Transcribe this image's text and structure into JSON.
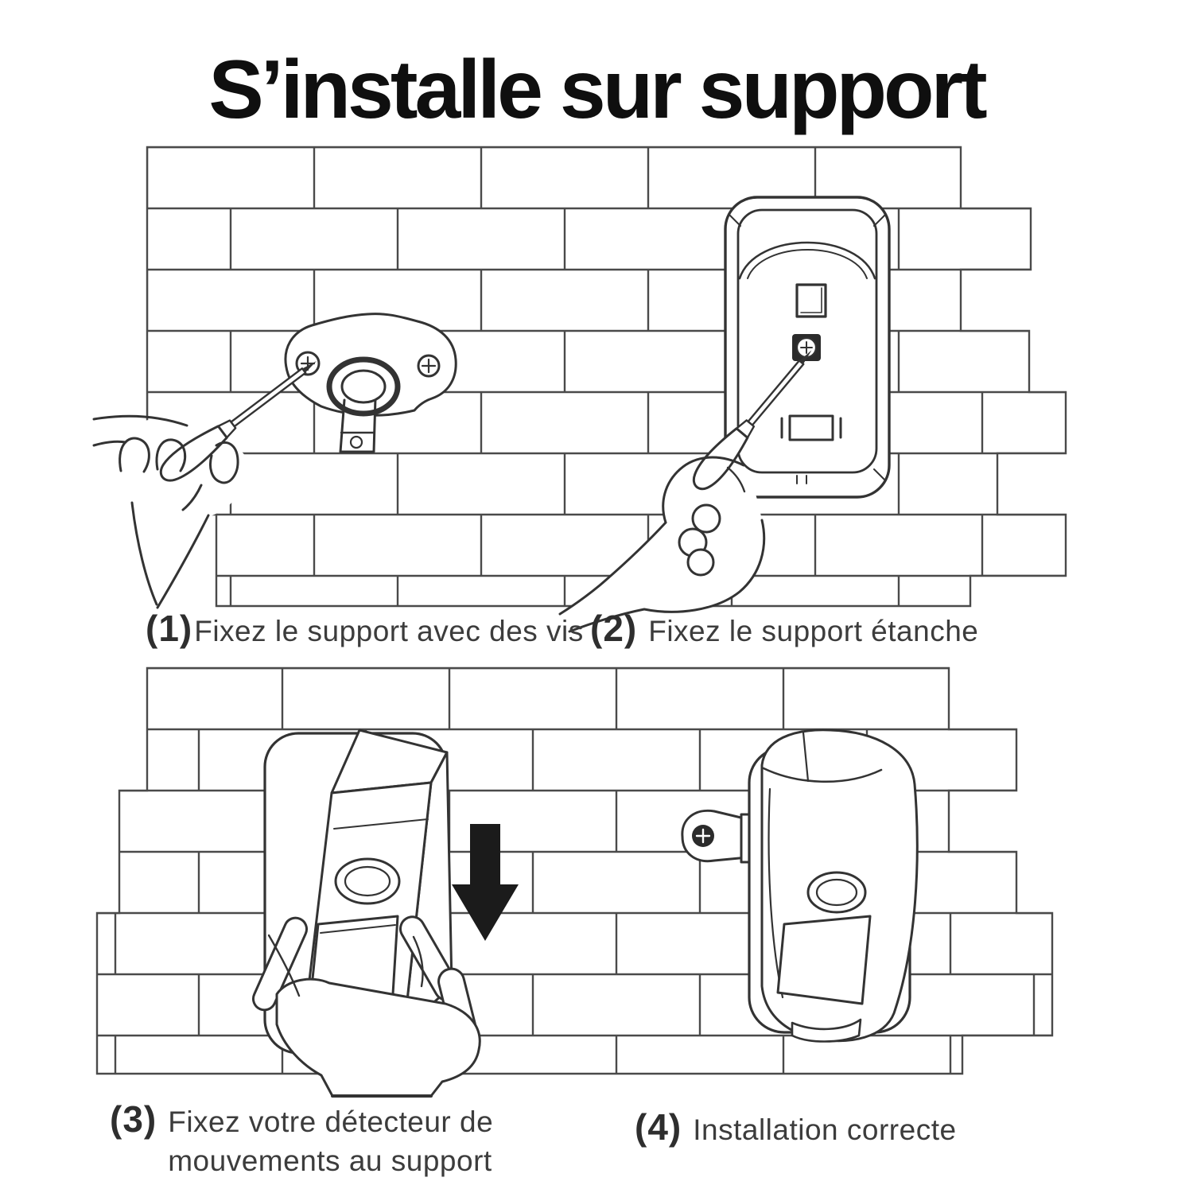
{
  "page": {
    "title": "S’installe sur support",
    "background": "#ffffff",
    "colors": {
      "ink": "#333333",
      "brick_line": "#4a4a4a",
      "arrow": "#1b1b1b",
      "caption_text": "#3c3c3c",
      "title_text": "#0f0f0f"
    }
  },
  "steps": [
    {
      "number": "(1)",
      "label": "Fixez le support avec des vis"
    },
    {
      "number": "(2)",
      "label": "Fixez le support étanche"
    },
    {
      "number": "(3)",
      "label": "Fixez votre détecteur de mouvements au support",
      "label_line1": "Fixez votre détecteur de",
      "label_line2": "mouvements au support"
    },
    {
      "number": "(4)",
      "label": "Installation correcte"
    }
  ],
  "icons": [
    "brick-wall",
    "wall-bracket",
    "screwdriver",
    "hand",
    "waterproof-mount-plate",
    "motion-detector",
    "down-arrow",
    "side-bracket"
  ]
}
